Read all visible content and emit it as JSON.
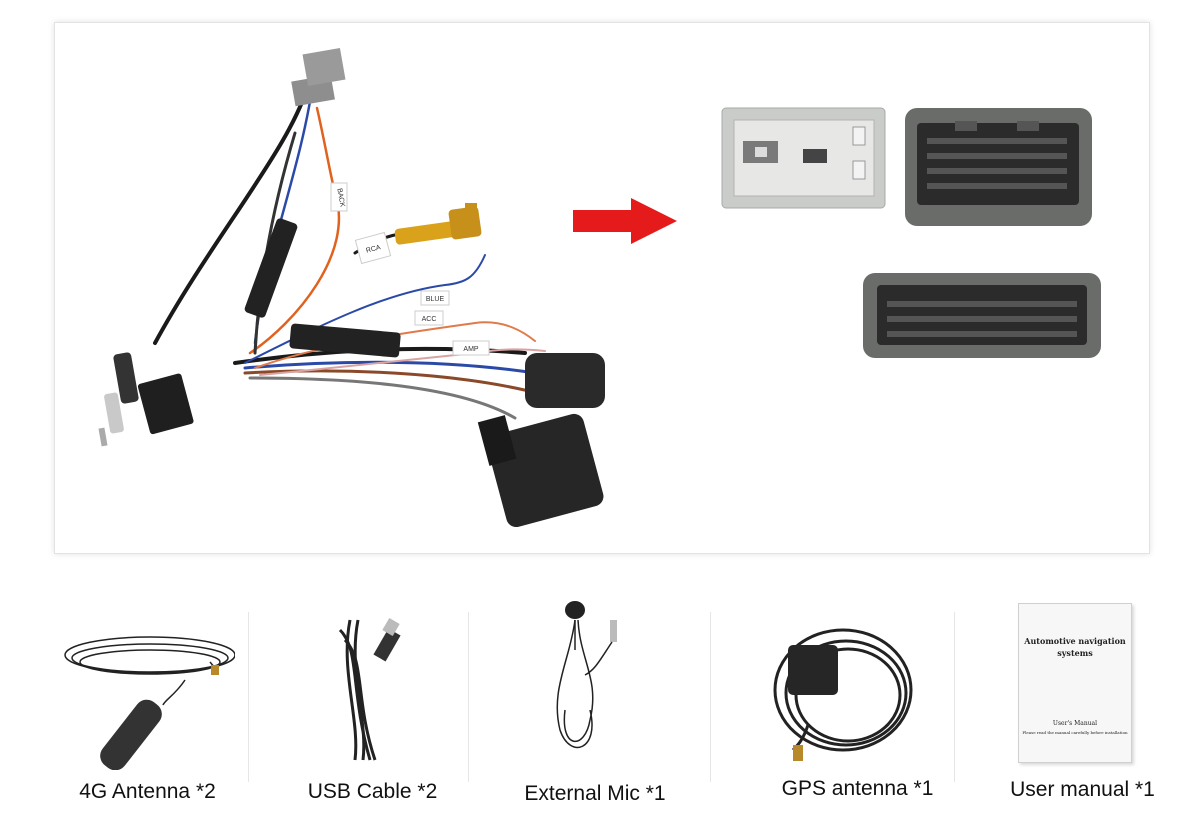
{
  "harness": {
    "labels": [
      "BACK",
      "RCA",
      "BLUE",
      "ACC",
      "AMP"
    ]
  },
  "accessories": [
    {
      "label": "4G Antenna *2",
      "icon": "antenna-4g-icon"
    },
    {
      "label": "USB Cable *2",
      "icon": "usb-cable-icon"
    },
    {
      "label": "External Mic *1",
      "icon": "microphone-icon"
    },
    {
      "label": "GPS antenna *1",
      "icon": "gps-antenna-icon"
    },
    {
      "label": "User manual *1",
      "icon": "manual-icon"
    }
  ],
  "manual": {
    "title_line1": "Automotive navigation",
    "title_line2": "systems",
    "footer_line1": "User's Manual",
    "footer_line2": "Please read the manual carefully before installation"
  },
  "colors": {
    "arrow": "#e51b1b",
    "connector_dark": "#2b2b2b",
    "connector_grey": "#c9ccc9",
    "rca_yellow": "#d9a21a"
  }
}
